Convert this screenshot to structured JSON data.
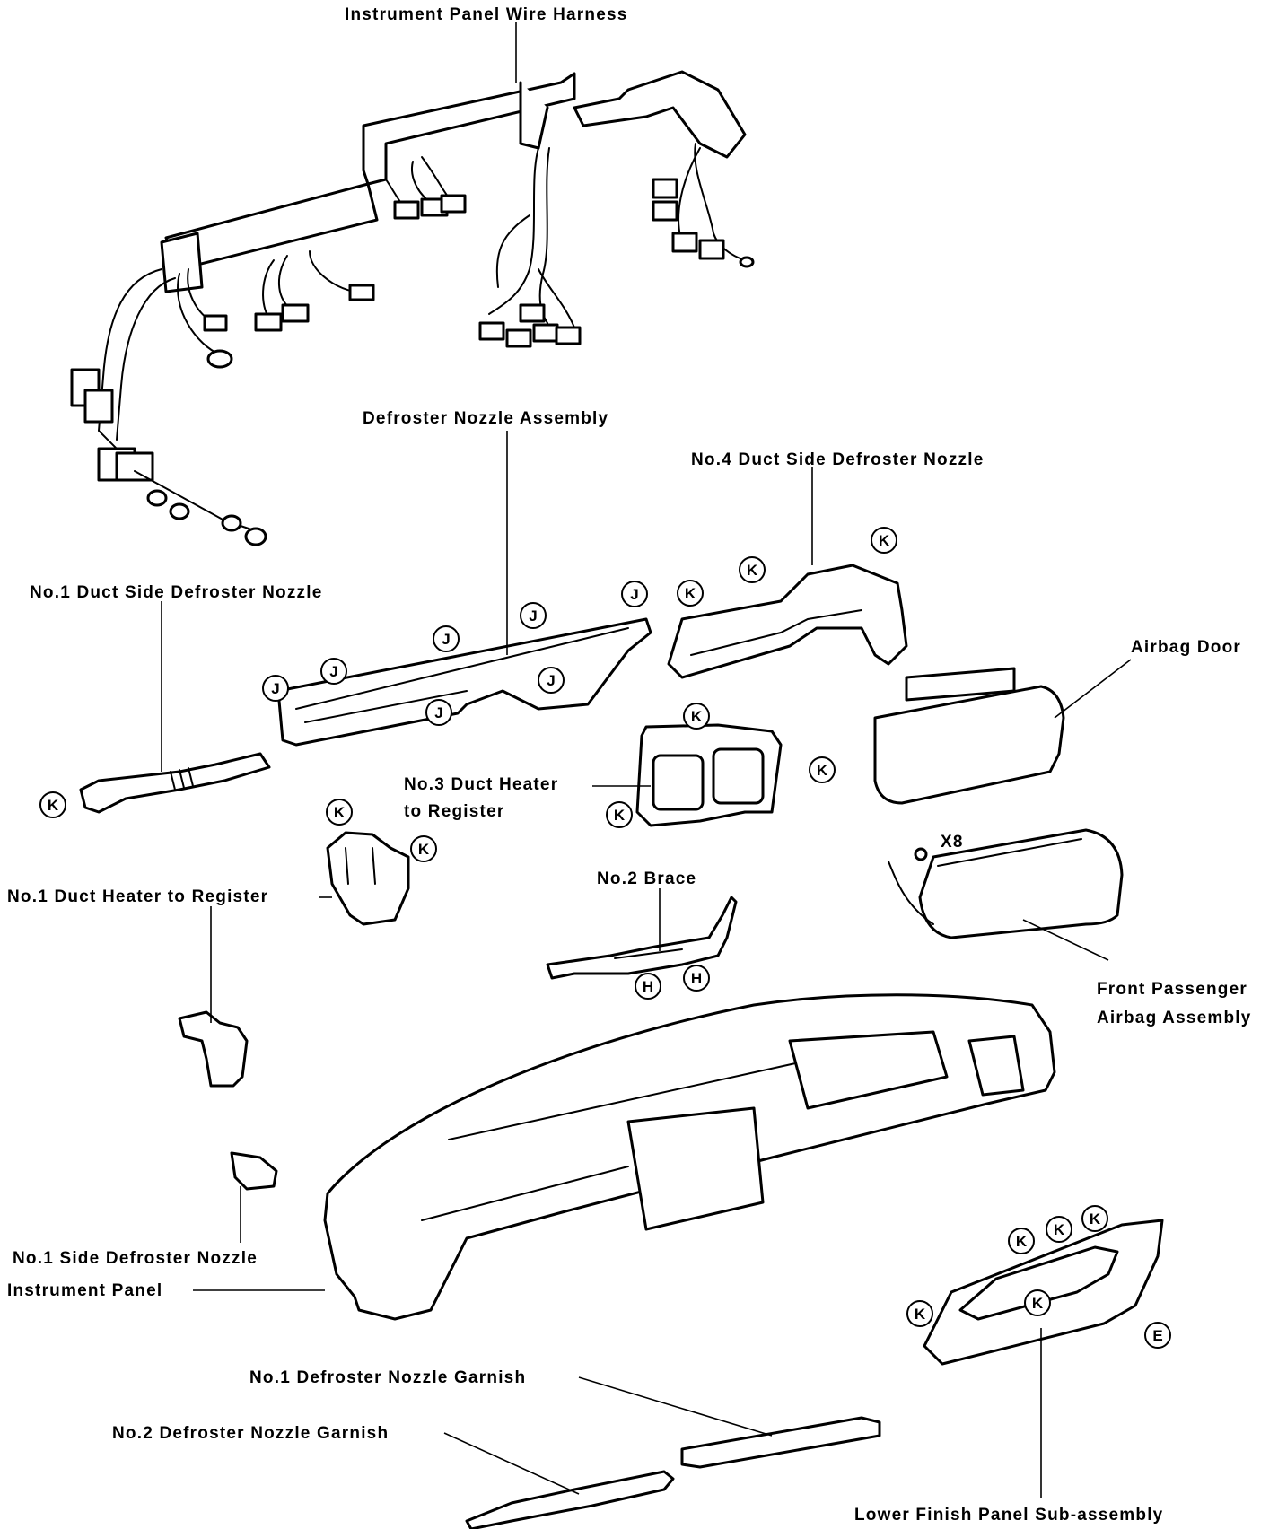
{
  "labels": {
    "instrument_panel_wire_harness": "Instrument Panel Wire Harness",
    "defroster_nozzle_assembly": "Defroster Nozzle Assembly",
    "no4_duct_side_defroster_nozzle": "No.4 Duct Side Defroster Nozzle",
    "no1_duct_side_defroster_nozzle": "No.1 Duct Side Defroster Nozzle",
    "airbag_door": "Airbag Door",
    "no3_duct_heater_line1": "No.3 Duct Heater",
    "no3_duct_heater_line2": "to Register",
    "no1_duct_heater_to_register": "No.1 Duct Heater to Register",
    "no2_brace": "No.2 Brace",
    "front_passenger_line1": "Front Passenger",
    "front_passenger_line2": "Airbag Assembly",
    "no1_side_defroster_nozzle": "No.1 Side Defroster Nozzle",
    "instrument_panel": "Instrument Panel",
    "no1_defroster_nozzle_garnish": "No.1 Defroster Nozzle Garnish",
    "no2_defroster_nozzle_garnish": "No.2 Defroster Nozzle Garnish",
    "lower_finish_panel": "Lower Finish Panel Sub-assembly",
    "quantity_x8": "X8"
  },
  "clip_letters": {
    "J": "J",
    "K": "K",
    "H": "H",
    "E": "E"
  }
}
